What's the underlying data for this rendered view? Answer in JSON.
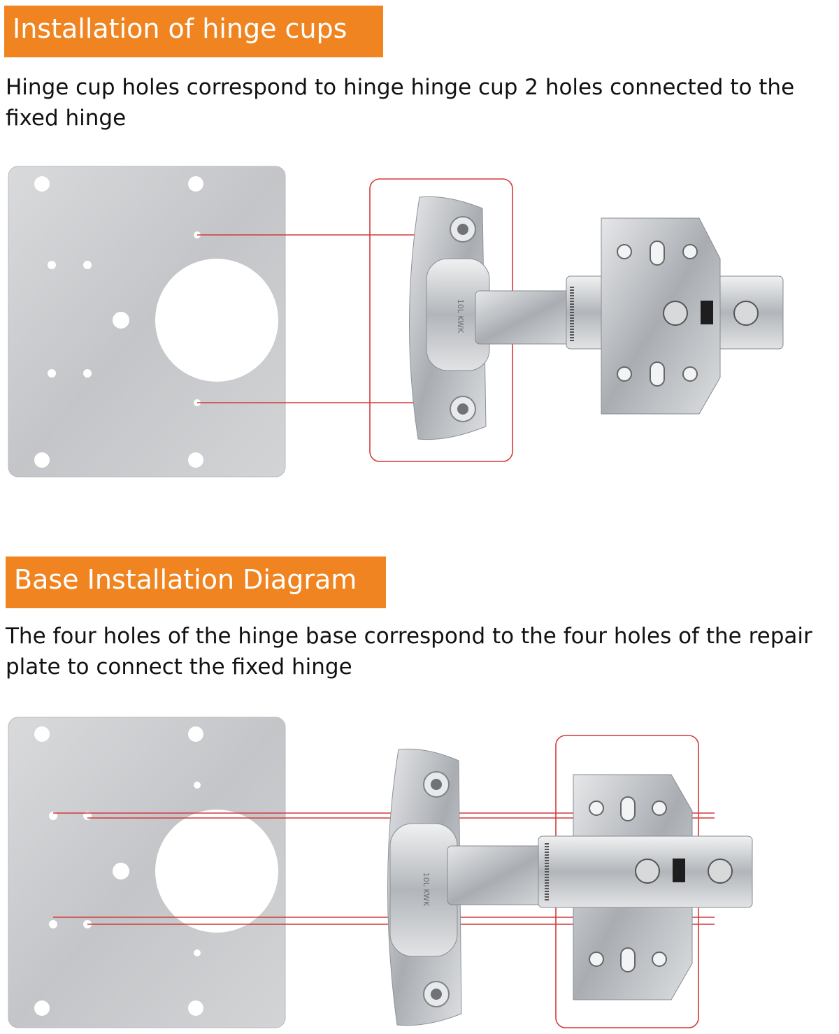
{
  "sections": [
    {
      "title": "Installation of hinge cups",
      "description": "Hinge cup holes correspond to hinge hinge cup 2 holes connected to the fixed hinge"
    },
    {
      "title": "Base Installation Diagram",
      "description": "The four holes of the hinge base correspond to the four holes of the repair plate to connect the fixed hinge"
    }
  ],
  "hinge_cup_stamp": "10L\nKWK",
  "colors": {
    "banner": "#f08421",
    "guide_line": "#d23a3a",
    "plate": "#c9cbce",
    "steel": "#bfc2c6"
  }
}
